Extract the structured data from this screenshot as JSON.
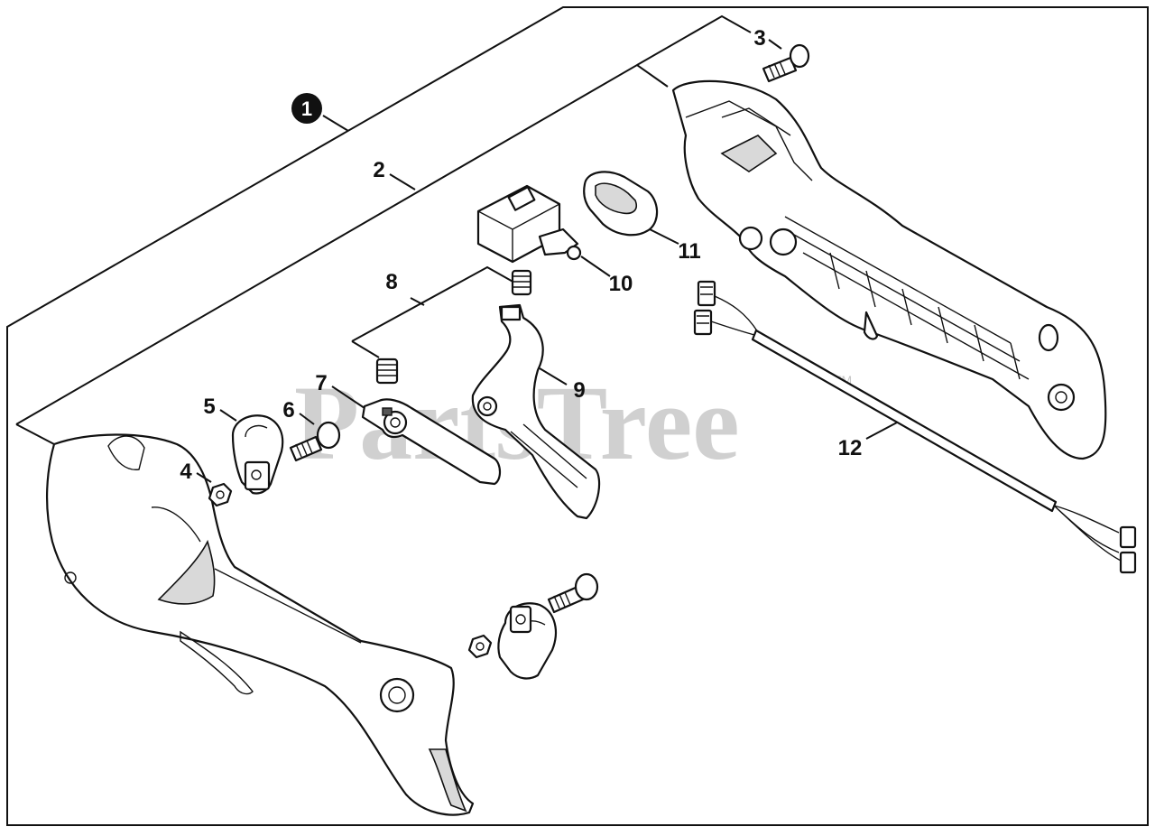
{
  "callouts": {
    "assembly": "1",
    "c2": "2",
    "c3": "3",
    "c4": "4",
    "c5": "5",
    "c6": "6",
    "c7": "7",
    "c8": "8",
    "c9": "9",
    "c10": "10",
    "c11": "11",
    "c12": "12"
  },
  "watermark": {
    "text": "PartsTree",
    "trademark": "TM"
  }
}
